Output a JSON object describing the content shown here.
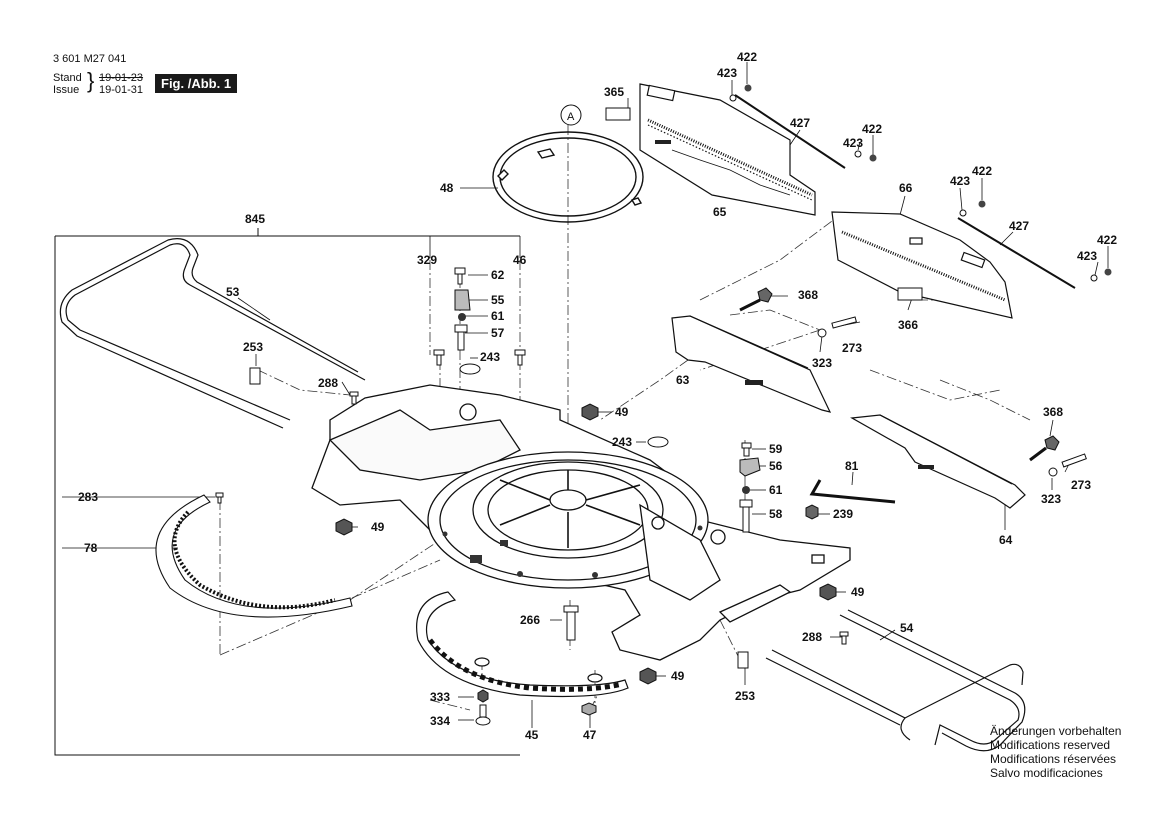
{
  "header": {
    "doc_number": "3 601 M27 041",
    "stand_label": "Stand",
    "issue_label": "Issue",
    "stand_date": "19-01-23",
    "issue_date": "19-01-31",
    "figure": "Fig. /Abb. 1"
  },
  "detail_marker": "A",
  "labels": {
    "l422a": "422",
    "l423a": "423",
    "l365": "365",
    "l427a": "427",
    "l423b": "423",
    "l422b": "422",
    "l48": "48",
    "l66": "66",
    "l423c": "423",
    "l422c": "422",
    "l427b": "427",
    "l65": "65",
    "l845": "845",
    "l329": "329",
    "l46": "46",
    "l422d": "422",
    "l423d": "423",
    "l62": "62",
    "l55": "55",
    "l53": "53",
    "l61a": "61",
    "l57": "57",
    "l368a": "368",
    "l273a": "273",
    "l366": "366",
    "l253a": "253",
    "l243a": "243",
    "l323a": "323",
    "l288a": "288",
    "l63": "63",
    "l49a": "49",
    "l368b": "368",
    "l243b": "243",
    "l59": "59",
    "l56": "56",
    "l81": "81",
    "l283": "283",
    "l61b": "61",
    "l273b": "273",
    "l323b": "323",
    "l49b": "49",
    "l58": "58",
    "l239": "239",
    "l64": "64",
    "l78": "78",
    "l49c": "49",
    "l266": "266",
    "l54": "54",
    "l288b": "288",
    "l49d": "49",
    "l253b": "253",
    "l333": "333",
    "l334": "334",
    "l45": "45",
    "l47": "47"
  },
  "notes": [
    "Änderungen vorbehalten",
    "Modifications reserved",
    "Modifications réservées",
    "Salvo modificaciones"
  ]
}
